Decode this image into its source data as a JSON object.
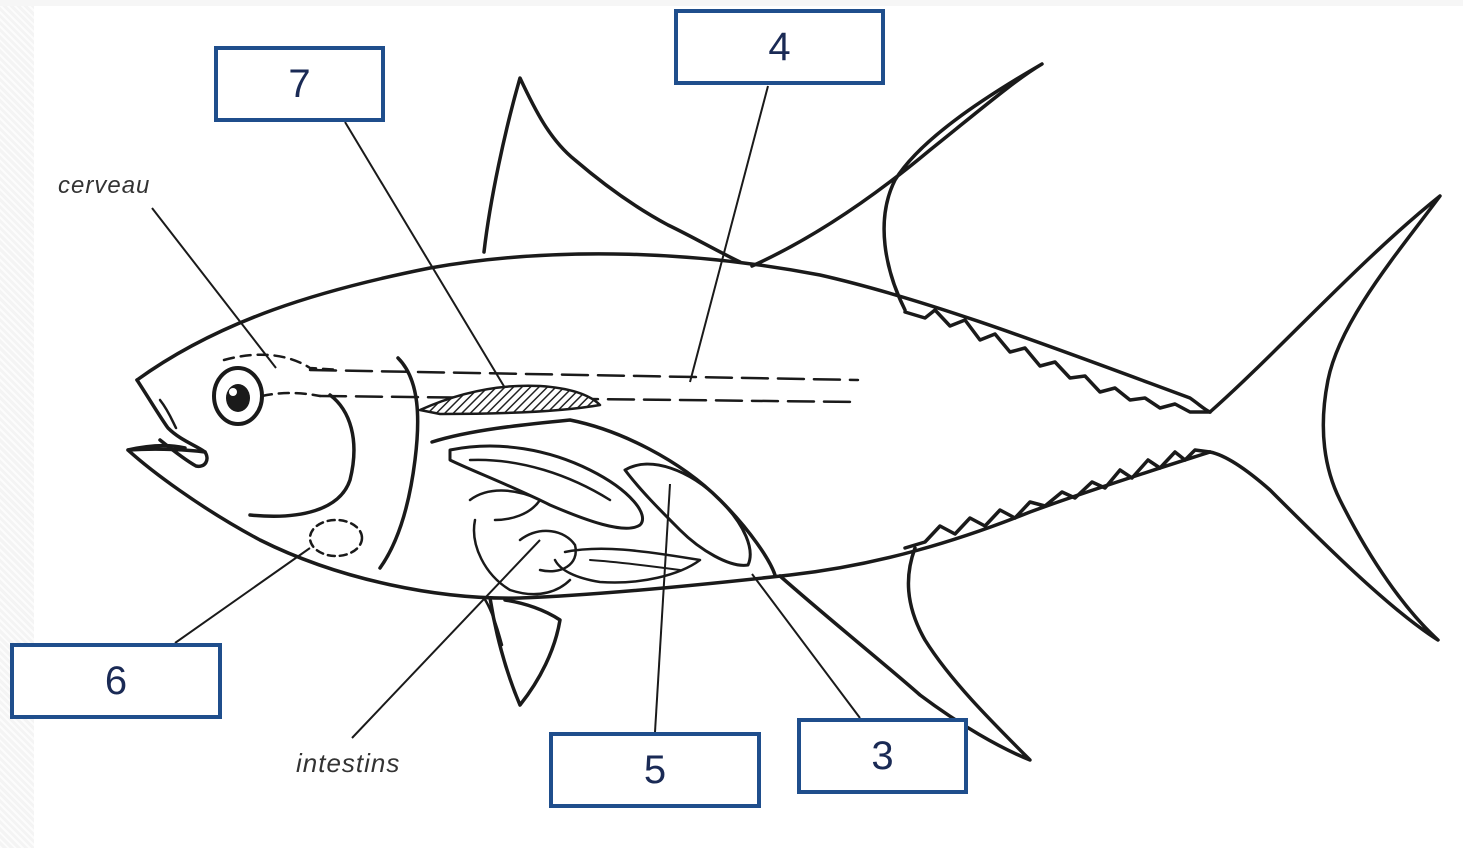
{
  "labels": {
    "cerveau": "cerveau",
    "intestins": "intestins"
  },
  "callouts": {
    "box_7": "7",
    "box_4": "4",
    "box_6": "6",
    "box_5": "5",
    "box_3": "3"
  },
  "colors": {
    "box_border": "#1f4e8c",
    "box_text": "#1a2a55",
    "outline": "#1a1a1a"
  }
}
